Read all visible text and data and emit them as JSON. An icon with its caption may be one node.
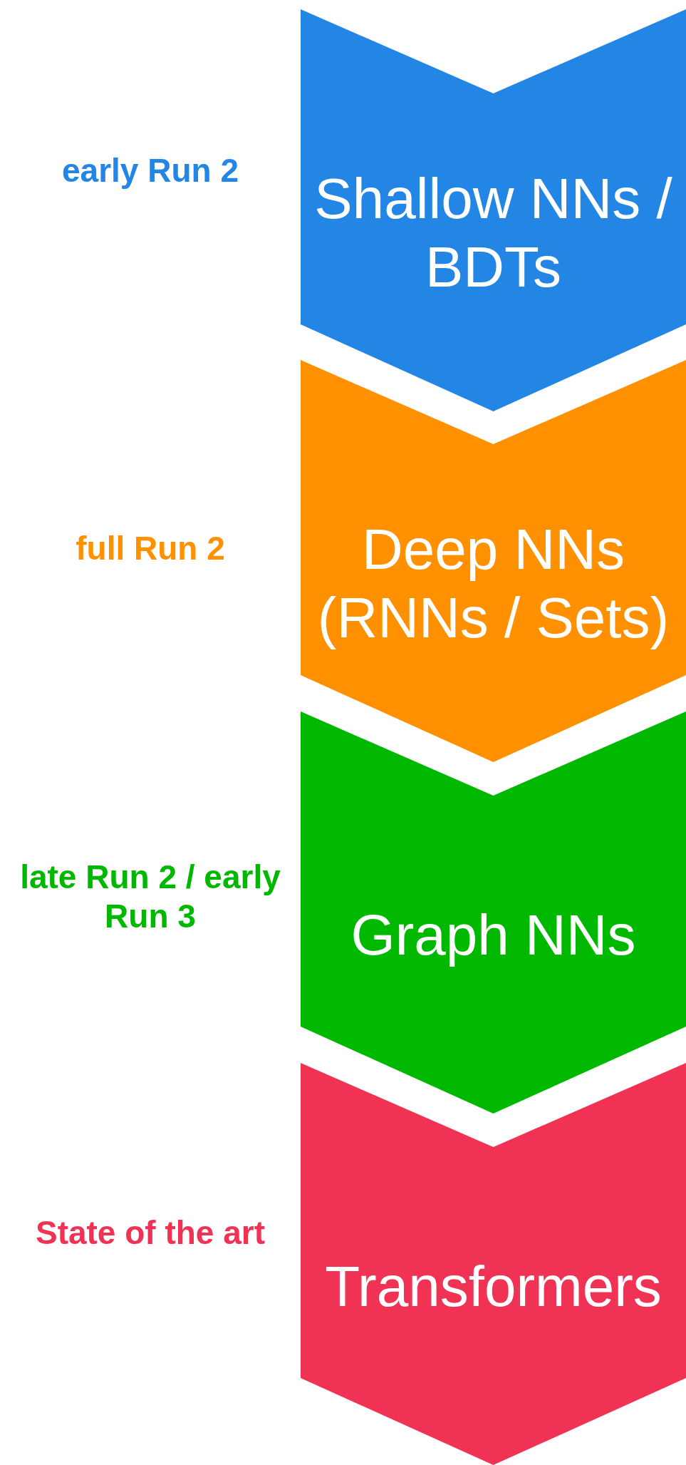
{
  "diagram": {
    "nodes": [
      {
        "text": [
          "Shallow NNs / BDTs"
        ],
        "beside": [
          "early Run 2"
        ]
      },
      {
        "text": [
          "Deep NNs (RNNs / Sets)"
        ],
        "beside": [
          "full Run 2"
        ]
      },
      {
        "text": [
          "Graph NNs"
        ],
        "beside": [
          "late Run 2 / early Run 3"
        ]
      },
      {
        "text": [
          "Transformers"
        ],
        "beside": [
          "State of the art"
        ]
      }
    ]
  }
}
